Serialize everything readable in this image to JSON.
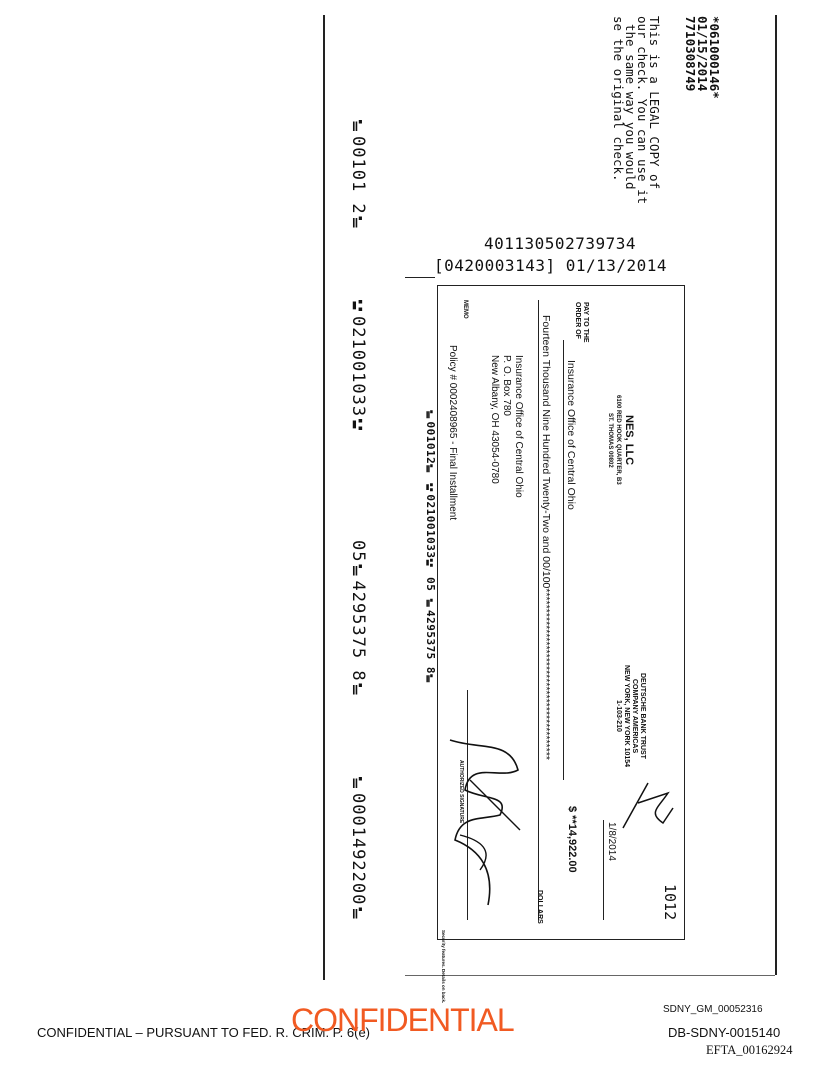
{
  "stamp": {
    "code": "*061000146*",
    "date": "01/15/2014",
    "number": "7710308749",
    "legal_lines": [
      "This is a LEGAL COPY of",
      "our check. You can use it",
      "the same way you would",
      "se the original check."
    ]
  },
  "capture": {
    "line1": "401130502739734",
    "line2": "[0420003143] 01/13/2014"
  },
  "check": {
    "number": "1012",
    "date": "1/8/2014",
    "bank": [
      "DEUTSCHE BANK TRUST",
      "COMPANY AMERICAS",
      "NEW YORK, NEW YORK 10154",
      "1-103-210"
    ],
    "payer": {
      "name": "NES, LLC",
      "address1": "6100 RED HOOK QUARTER, B3",
      "address2": "ST. THOMAS 00802"
    },
    "pay_to_label_1": "PAY TO THE",
    "pay_to_label_2": "ORDER OF",
    "payee": "Insurance Office of Central Ohio",
    "amount": "$ **14,922.00",
    "amount_words": "Fourteen Thousand Nine Hundred Twenty-Two and 00/100******************************************",
    "dollars_label": "DOLLARS",
    "address": [
      "Insurance Office of Central Ohio",
      "P. O. Box 780",
      "New Albany, OH 43054-0780"
    ],
    "memo_label": "MEMO",
    "memo": "Policy # 0002408965 - Final Installment",
    "signature_label": "AUTHORIZED SIGNATURE",
    "security_note": "Security features. Details on back.",
    "micr_inner": "⑈001012⑈ ⑆021001033⑆ 05 ⑈4295375 8⑈"
  },
  "micr": {
    "check_no": "⑈00101 2⑈",
    "routing": "⑆021001033⑆",
    "account": "05⑈4295375 8⑈",
    "amount": "⑈0001492200⑈"
  },
  "footer": {
    "bates_top": "SDNY_GM_00052316",
    "confidential_notice": "CONFIDENTIAL – PURSUANT TO FED. R. CRIM. P. 6(e)",
    "confidential_stamp": "CONFIDENTIAL",
    "bates_db": "DB-SDNY-0015140",
    "efta": "EFTA_00162924",
    "stamp_color": "#f15a22"
  }
}
